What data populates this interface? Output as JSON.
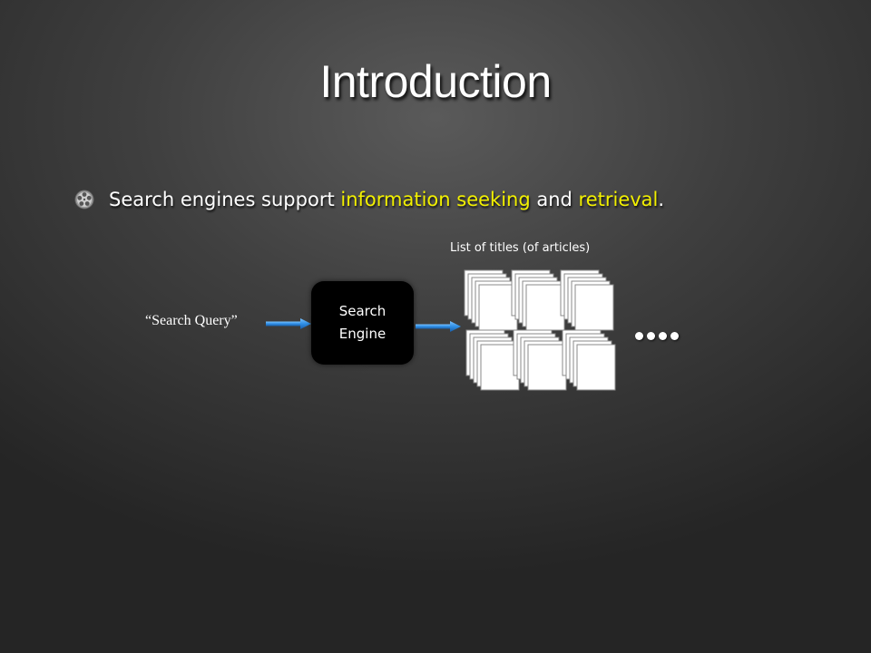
{
  "slide": {
    "title": "Introduction",
    "bullet": {
      "parts": [
        {
          "text": "Search engines support ",
          "highlight": false
        },
        {
          "text": "information seeking",
          "highlight": true
        },
        {
          "text": " and ",
          "highlight": false
        },
        {
          "text": "retrieval",
          "highlight": true
        },
        {
          "text": ".",
          "highlight": false
        }
      ]
    }
  },
  "diagram": {
    "query_label": "“Search Query”",
    "engine_line1": "Search",
    "engine_line2": "Engine",
    "results_caption": "List of titles  (of articles)",
    "ellipsis": "....",
    "colors": {
      "highlight": "#f2f000",
      "arrow": "#2f8fe6",
      "engine_box": "#000000"
    }
  }
}
